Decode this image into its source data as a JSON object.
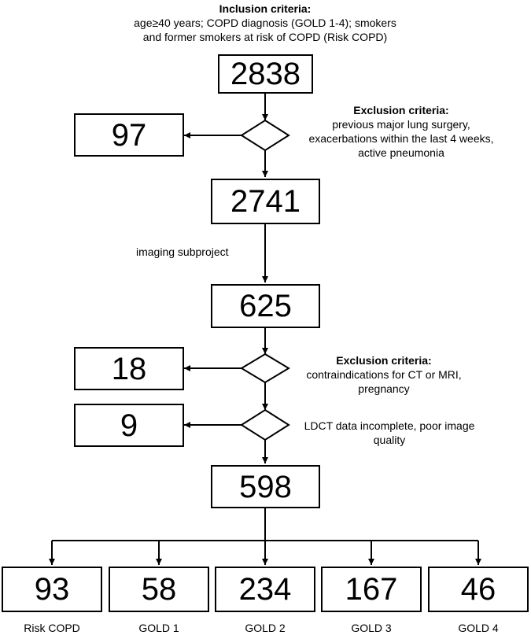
{
  "inclusion": {
    "heading": "Inclusion criteria:",
    "line1": "age≥40 years; COPD diagnosis (GOLD 1-4); smokers",
    "line2": "and former smokers at risk of COPD (Risk COPD)"
  },
  "exclusion1": {
    "heading": "Exclusion criteria:",
    "line1": "previous major lung surgery,",
    "line2": "exacerbations within the last 4 weeks,",
    "line3": "active pneumonia"
  },
  "exclusion2": {
    "heading": "Exclusion criteria:",
    "line1": "contraindications for CT or MRI,",
    "line2": "pregnancy"
  },
  "exclusion3": {
    "line1": "LDCT data incomplete, poor image",
    "line2": "quality"
  },
  "subproject_label": "imaging subproject",
  "counts": {
    "enrolled": "2838",
    "excluded1": "97",
    "after_exclusion1": "2741",
    "imaging": "625",
    "excluded2": "18",
    "excluded3": "9",
    "final": "598"
  },
  "groups": [
    {
      "label": "Risk COPD",
      "count": "93"
    },
    {
      "label": "GOLD 1",
      "count": "58"
    },
    {
      "label": "GOLD 2",
      "count": "234"
    },
    {
      "label": "GOLD 3",
      "count": "167"
    },
    {
      "label": "GOLD 4",
      "count": "46"
    }
  ]
}
